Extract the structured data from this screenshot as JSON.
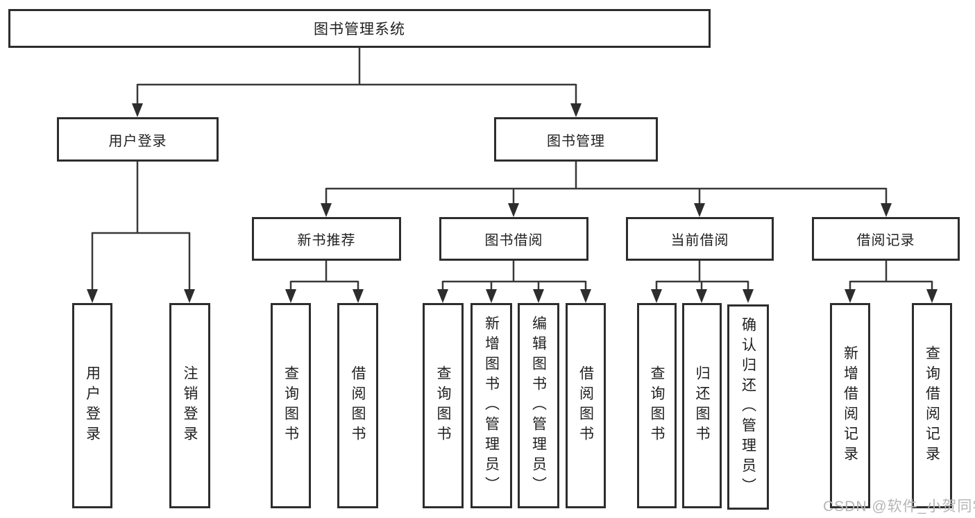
{
  "diagram": {
    "title": "图书管理系统",
    "watermark": "CSDN @软件_小贺同学",
    "colors": {
      "line": "#383838",
      "box_border": "#2d2d2d",
      "text": "#1f1f1f",
      "watermark": "#b5b5b5",
      "background": "#ffffff"
    },
    "root": {
      "label": "图书管理系统"
    },
    "level2": {
      "user_login": {
        "label": "用户登录"
      },
      "book_management": {
        "label": "图书管理"
      }
    },
    "level3": {
      "new_book_recommendation": {
        "label": "新书推荐"
      },
      "book_borrowing": {
        "label": "图书借阅"
      },
      "current_borrowing": {
        "label": "当前借阅"
      },
      "borrowing_records": {
        "label": "借阅记录"
      }
    },
    "leaves": {
      "user_login": {
        "label": "用户登录",
        "parent": "用户登录"
      },
      "logout": {
        "label": "注销登录",
        "parent": "用户登录"
      },
      "recommend_query_books": {
        "label": "查询图书",
        "parent": "新书推荐"
      },
      "recommend_borrow_books": {
        "label": "借阅图书",
        "parent": "新书推荐"
      },
      "borrowing_query_books": {
        "label": "查询图书",
        "parent": "图书借阅"
      },
      "borrowing_add_books_admin": {
        "label": "新增图书（管理员）",
        "parent": "图书借阅"
      },
      "borrowing_edit_books_admin": {
        "label": "编辑图书（管理员）",
        "parent": "图书借阅"
      },
      "borrowing_borrow_books": {
        "label": "借阅图书",
        "parent": "图书借阅"
      },
      "current_query_books": {
        "label": "查询图书",
        "parent": "当前借阅"
      },
      "current_return_books": {
        "label": "归还图书",
        "parent": "当前借阅"
      },
      "current_confirm_return_admin": {
        "label": "确认归还（管理员）",
        "parent": "当前借阅"
      },
      "records_add_borrow_record": {
        "label": "新增借阅记录",
        "parent": "借阅记录"
      },
      "records_query_borrow_record": {
        "label": "查询借阅记录",
        "parent": "借阅记录"
      }
    }
  }
}
